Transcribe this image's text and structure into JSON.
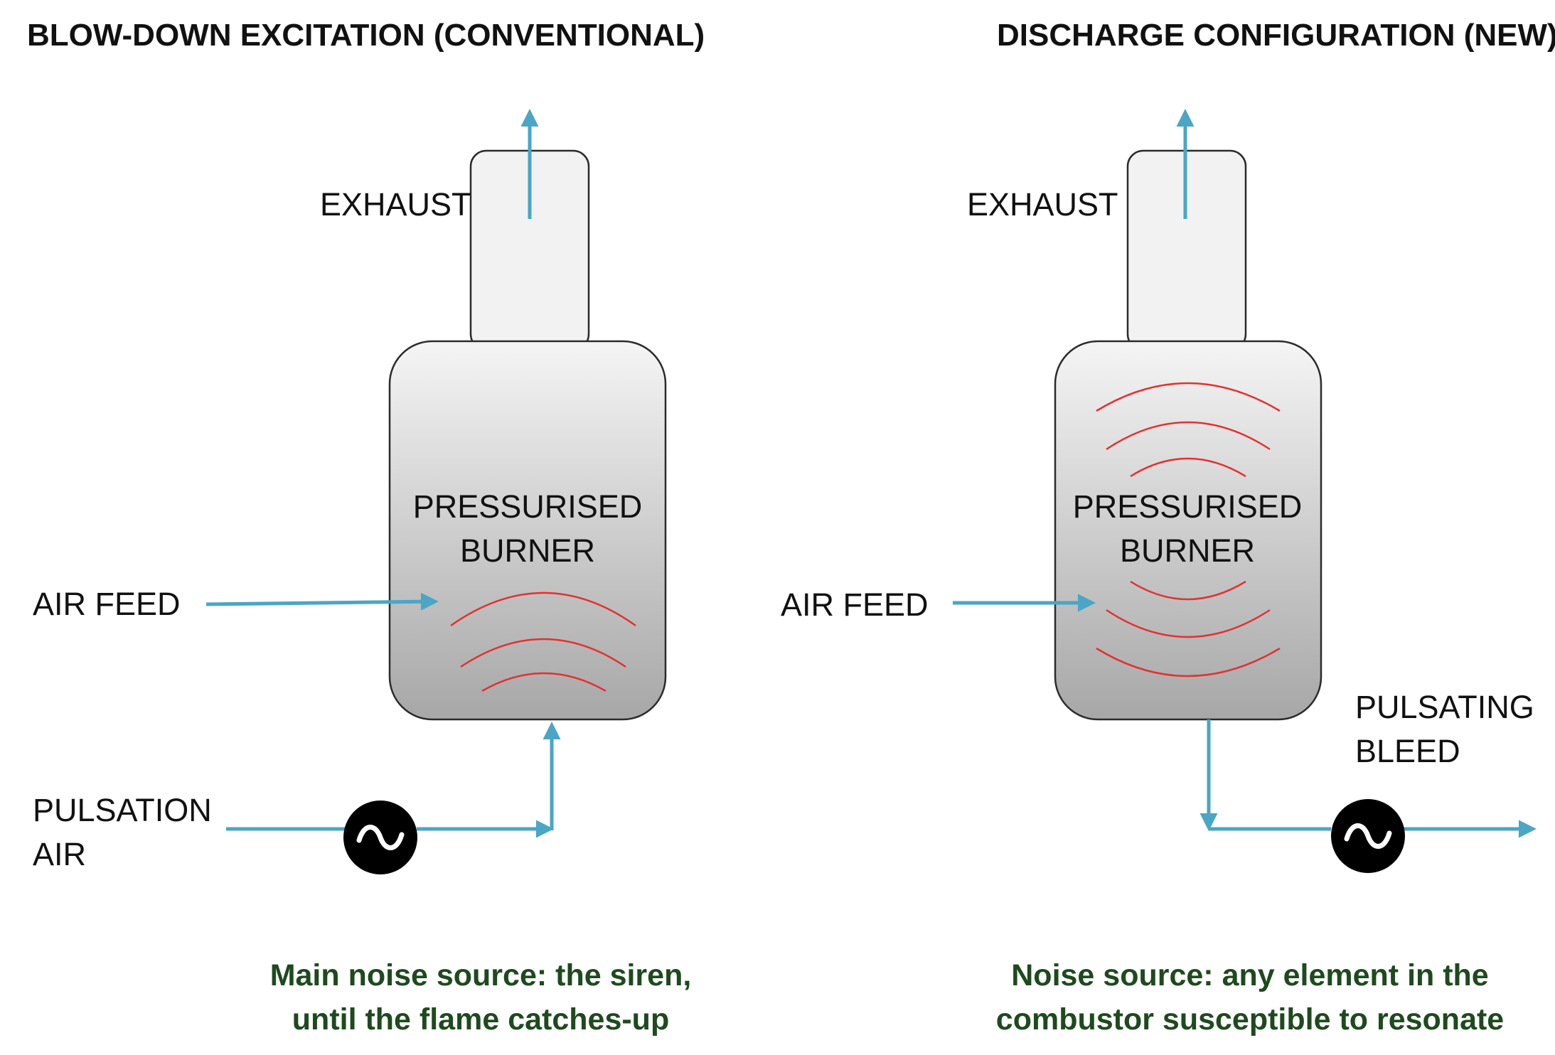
{
  "left": {
    "title": "BLOW-DOWN EXCITATION (CONVENTIONAL)",
    "exhaust_label": "EXHAUST",
    "burner_label": [
      "PRESSURISED",
      "BURNER"
    ],
    "air_feed_label": "AIR FEED",
    "pulsation_label": [
      "PULSATION",
      "AIR"
    ],
    "caption": [
      "Main noise source: the siren,",
      "until the flame catches-up"
    ]
  },
  "right": {
    "title": "DISCHARGE CONFIGURATION (NEW)",
    "exhaust_label": "EXHAUST",
    "burner_label": [
      "PRESSURISED",
      "BURNER"
    ],
    "air_feed_label": "AIR FEED",
    "bleed_label": [
      "PULSATING",
      "BLEED"
    ],
    "caption": [
      "Noise source: any element in the",
      "combustor susceptible to resonate"
    ]
  },
  "colors": {
    "flow_line": "#4aa6c4",
    "wave": "#e53030",
    "caption_text": "#1e4a1e",
    "siren_fill": "#000000"
  },
  "icons": {
    "siren": "alternating-current-siren-icon"
  }
}
